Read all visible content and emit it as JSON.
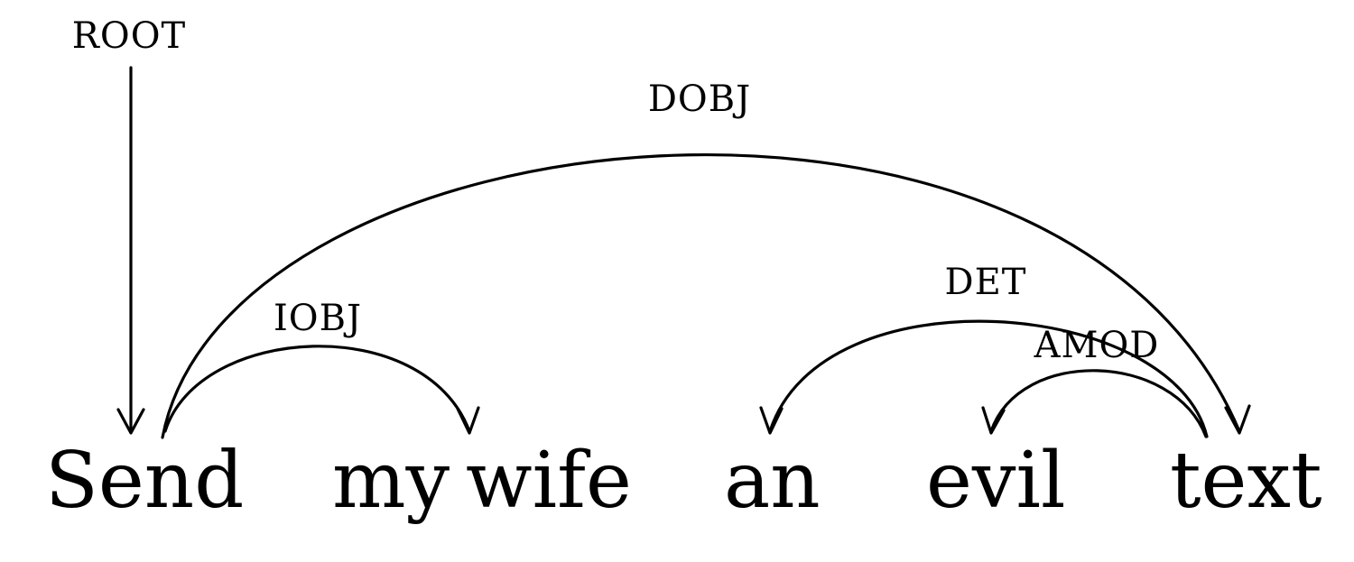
{
  "sentence": {
    "words": [
      "Send",
      "my",
      "wife",
      "an",
      "evil",
      "text"
    ]
  },
  "relations": [
    {
      "label": "ROOT",
      "from": null,
      "to": "Send"
    },
    {
      "label": "DOBJ",
      "from": "Send",
      "to": "text"
    },
    {
      "label": "IOBJ",
      "from": "Send",
      "to": "wife"
    },
    {
      "label": "DET",
      "from": "text",
      "to": "an"
    },
    {
      "label": "AMOD",
      "from": "text",
      "to": "evil"
    }
  ]
}
